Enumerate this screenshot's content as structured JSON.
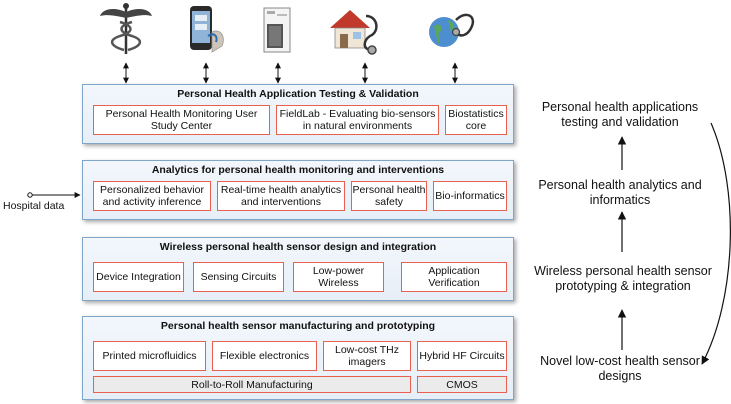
{
  "icons": [
    {
      "name": "caduceus-icon"
    },
    {
      "name": "smartphone-icon"
    },
    {
      "name": "lab-device-icon"
    },
    {
      "name": "house-stethoscope-icon"
    },
    {
      "name": "globe-stethoscope-icon"
    }
  ],
  "layers": {
    "testing": {
      "title": "Personal Health Application Testing & Validation",
      "cells": [
        "Personal Health Monitoring User Study Center",
        "FieldLab - Evaluating bio-sensors in natural environments",
        "Biostatistics core"
      ]
    },
    "analytics": {
      "title": "Analytics for personal health monitoring and interventions",
      "cells": [
        "Personalized behavior and activity inference",
        "Real-time health analytics and interventions",
        "Personal health safety",
        "Bio-informatics"
      ]
    },
    "wireless": {
      "title": "Wireless personal health sensor design and integration",
      "cells": [
        "Device Integration",
        "Sensing Circuits",
        "Low-power Wireless",
        "Application Verification"
      ]
    },
    "manufacturing": {
      "title": "Personal health sensor manufacturing and prototyping",
      "cells": [
        "Printed microfluidics",
        "Flexible electronics",
        "Low-cost THz imagers",
        "Hybrid HF Circuits",
        "Roll-to-Roll Manufacturing",
        "CMOS"
      ]
    }
  },
  "hospital_label": "Hospital data",
  "cycle": [
    "Personal health applications testing and validation",
    "Personal health analytics and informatics",
    "Wireless personal health sensor prototyping & integration",
    "Novel low-cost health sensor designs"
  ],
  "colors": {
    "layer_border": "#7fa5c9",
    "cell_border": "#e8604e",
    "bar_fill": "#ebebeb"
  }
}
